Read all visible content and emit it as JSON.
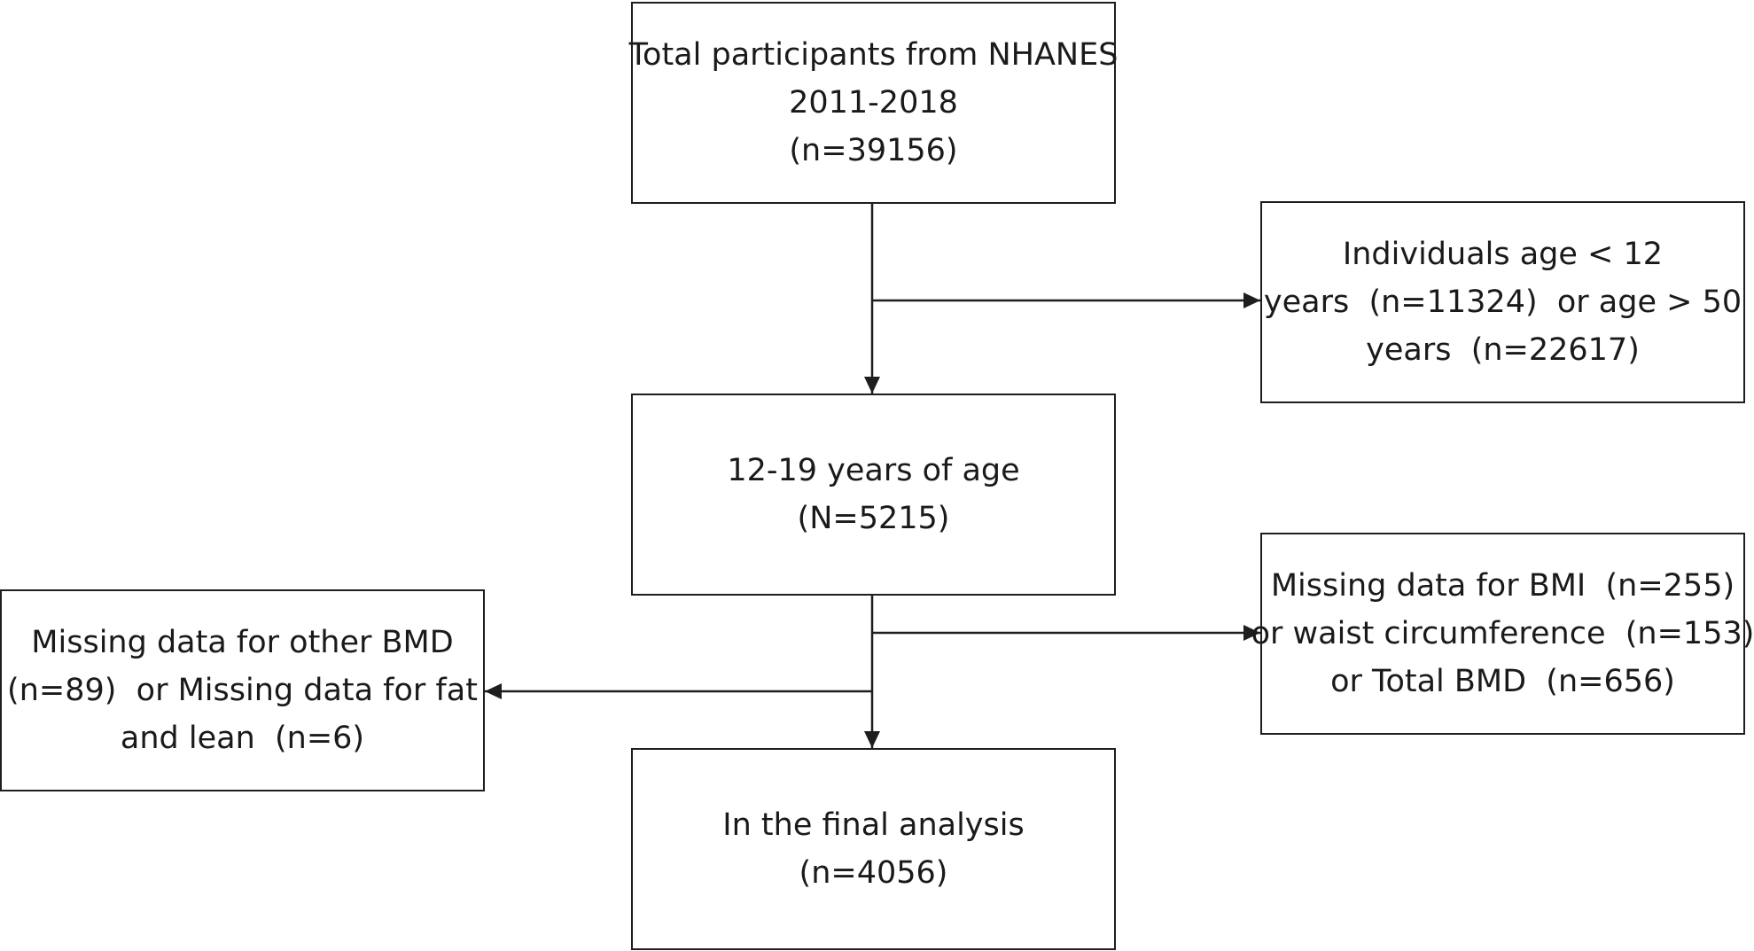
{
  "boxes": {
    "total": [
      "Total participants from NHANES",
      "2011-2018",
      "(n=39156)"
    ],
    "excluded_age": [
      "Individuals age < 12",
      "years  (n=11324)  or age > 50",
      "years  (n=22617)"
    ],
    "teens": [
      "12-19 years of age",
      "(N=5215)"
    ],
    "missing_bmi": [
      "Missing data for BMI  (n=255)",
      "or waist circumference  (n=153)",
      "or Total BMD  (n=656)"
    ],
    "missing_bmd": [
      "Missing data for other BMD",
      "(n=89)  or Missing data for fat",
      "and lean  (n=6)"
    ],
    "final": [
      "In the final analysis",
      "(n=4056)"
    ]
  },
  "colors": {
    "stroke": "#1e1e1e",
    "text": "#1a1a1a",
    "background": "#ffffff"
  }
}
